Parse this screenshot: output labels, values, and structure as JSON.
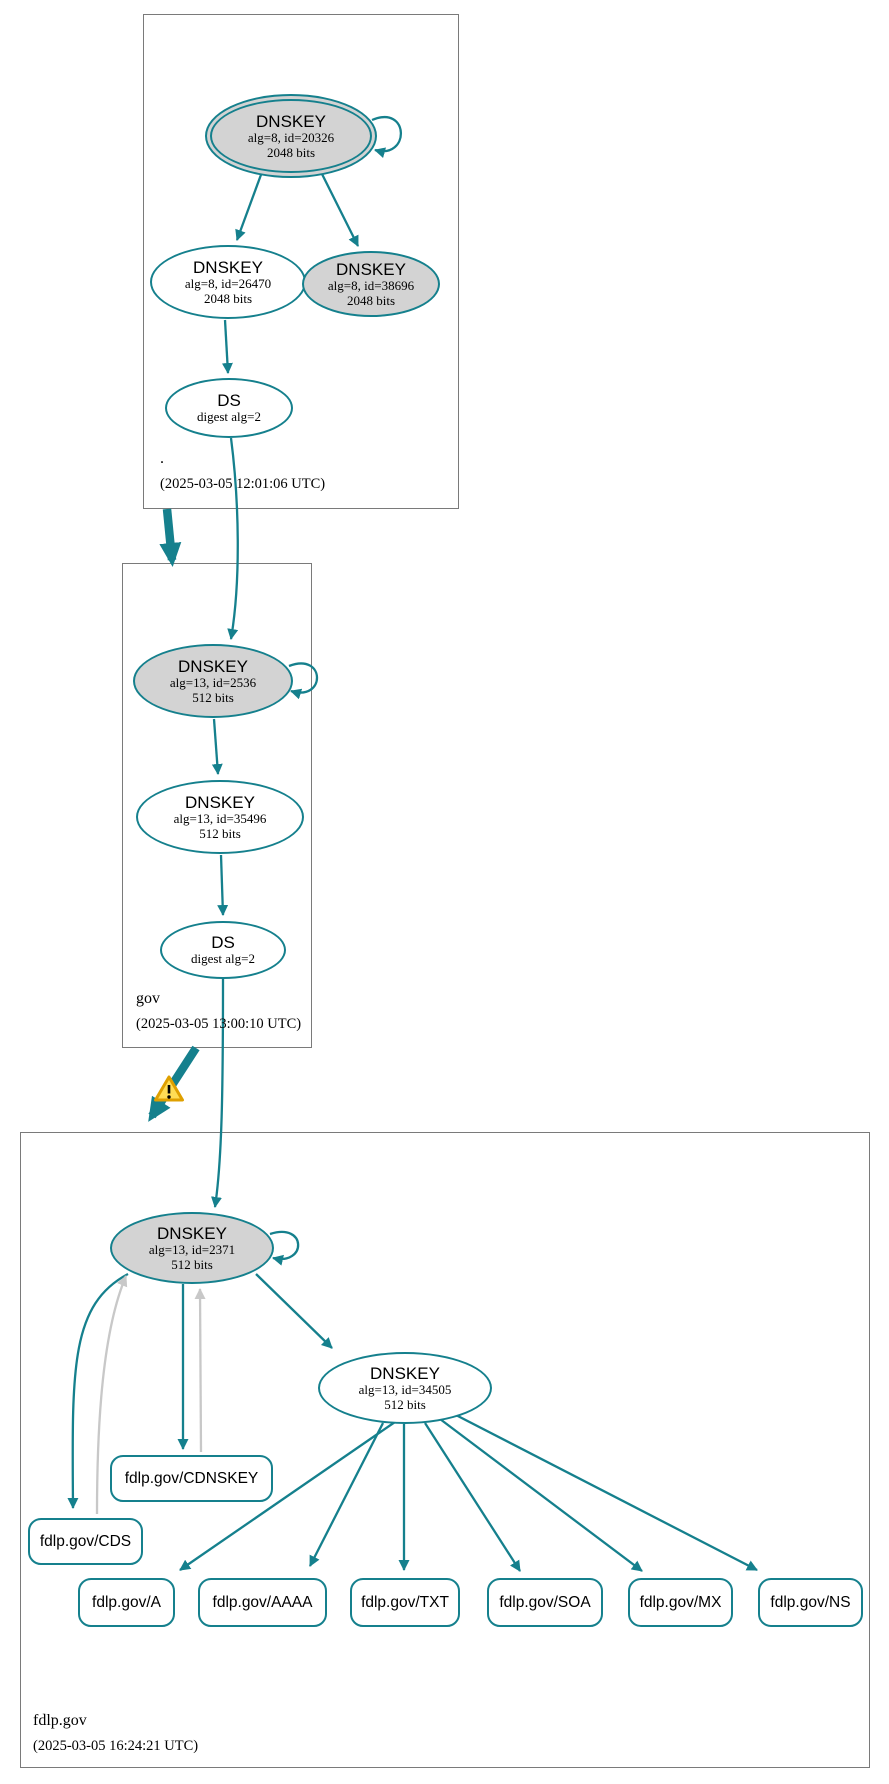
{
  "zones": [
    {
      "name": ".",
      "timestamp": "(2025-03-05 12:01:06 UTC)",
      "nodes": {
        "ksk": {
          "title": "DNSKEY",
          "detail": "alg=8, id=20326",
          "bits": "2048 bits"
        },
        "zsk": {
          "title": "DNSKEY",
          "detail": "alg=8, id=26470",
          "bits": "2048 bits"
        },
        "key2": {
          "title": "DNSKEY",
          "detail": "alg=8, id=38696",
          "bits": "2048 bits"
        },
        "ds": {
          "title": "DS",
          "detail": "digest alg=2"
        }
      }
    },
    {
      "name": "gov",
      "timestamp": "(2025-03-05 13:00:10 UTC)",
      "nodes": {
        "ksk": {
          "title": "DNSKEY",
          "detail": "alg=13, id=2536",
          "bits": "512 bits"
        },
        "zsk": {
          "title": "DNSKEY",
          "detail": "alg=13, id=35496",
          "bits": "512 bits"
        },
        "ds": {
          "title": "DS",
          "detail": "digest alg=2"
        }
      }
    },
    {
      "name": "fdlp.gov",
      "timestamp": "(2025-03-05 16:24:21 UTC)",
      "nodes": {
        "ksk": {
          "title": "DNSKEY",
          "detail": "alg=13, id=2371",
          "bits": "512 bits"
        },
        "zsk": {
          "title": "DNSKEY",
          "detail": "alg=13, id=34505",
          "bits": "512 bits"
        }
      },
      "rrsets": [
        "fdlp.gov/CDNSKEY",
        "fdlp.gov/CDS",
        "fdlp.gov/A",
        "fdlp.gov/AAAA",
        "fdlp.gov/TXT",
        "fdlp.gov/SOA",
        "fdlp.gov/MX",
        "fdlp.gov/NS"
      ]
    }
  ],
  "colors": {
    "edge_teal": "#15808d",
    "node_gray_fill": "#d3d3d3",
    "edge_gray": "#c8c8c8",
    "box_border_gray": "#7a7a7a",
    "warning_fill": "#ffdd55",
    "warning_border": "#dfa000"
  }
}
